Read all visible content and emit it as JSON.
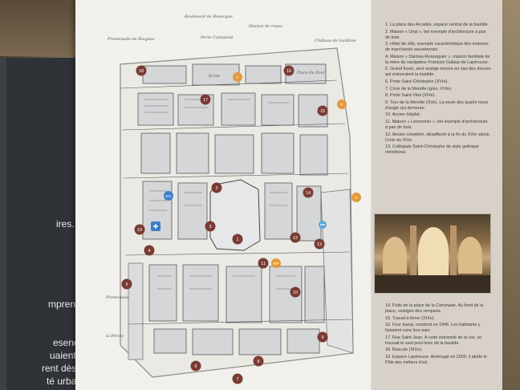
{
  "left_panel": {
    "lines_top": [
      "ires."
    ],
    "lines_bottom": [
      "mprend",
      "",
      "esence",
      "uaient",
      "rent dès le",
      "té urbaine"
    ]
  },
  "legend": {
    "items_top": [
      "1. La place des Arcades, espace central de la bastide.",
      "2. Maison « Unal », bel exemple d'architecture à pan de bois.",
      "3. Hôtel de ville, exemple caractéristique des maisons de marchands sauveterrats.",
      "4. Maison « Dalmas-Resseguier », maison familiale de la mère du navigateur François Galaup de Lapérouse.",
      "5. Grand fossé, seul vestige encore en eau des douves qui entouraient la bastide.",
      "6. Porte Saint-Christophe (XVIe).",
      "7. Croix de la Merette (grès, XVIe).",
      "8. Porte Saint-Vital (XIVe).",
      "9. Tour de la Merette (XVe). La seule des quatre tours d'angle qui demeure.",
      "10. Ancien hôpital.",
      "11. Maison « Lemonnier », bel exemple d'architecture à pan de bois.",
      "12. Ancien cimetière, désaffecté à la fin du XIXe siècle. Croix du XIVe.",
      "13. Collégiale Saint-Christophe de style gothique méridional."
    ],
    "items_bottom": [
      "14. Puits de la place de la Caminade. Au fond de la place, vestiges des remparts.",
      "15. Travail à ferrer (XIXe).",
      "16. Four banal, construit en 1846. Les habitants y faisaient cuire leur pain.",
      "17. Rue Saint-Jean. A cette extrémité de la rue, se trouvait le seul pont-levis de la bastide.",
      "18. Bascule (XIXe).",
      "19. Espace Lapérouse. Aménagé en 2009, il abrite le Pôle des métiers d'art."
    ]
  },
  "map": {
    "labels": [
      {
        "id": "lbl-promenade",
        "text": "Promenade de Riugnac"
      },
      {
        "id": "lbl-boulevard",
        "text": "Boulevard de Rouergue"
      },
      {
        "id": "lbl-porte",
        "text": "Porte Campanal"
      },
      {
        "id": "lbl-maison",
        "text": "Maison de repos"
      },
      {
        "id": "lbl-chateau",
        "text": "Château de Gaïdinie"
      },
      {
        "id": "lbl-ecole",
        "text": "Ecole"
      },
      {
        "id": "lbl-place",
        "text": "Place du Four"
      },
      {
        "id": "lbl-promenade2",
        "text": "Promenade"
      },
      {
        "id": "lbl-perole",
        "text": "la Pérole"
      }
    ],
    "markers": [
      {
        "n": "1"
      },
      {
        "n": "2"
      },
      {
        "n": "3"
      },
      {
        "n": "4"
      },
      {
        "n": "5"
      },
      {
        "n": "6"
      },
      {
        "n": "7"
      },
      {
        "n": "8"
      },
      {
        "n": "9"
      },
      {
        "n": "10"
      },
      {
        "n": "11"
      },
      {
        "n": "12"
      },
      {
        "n": "13"
      },
      {
        "n": "14"
      },
      {
        "n": "15"
      },
      {
        "n": "16"
      },
      {
        "n": "17"
      },
      {
        "n": "18"
      },
      {
        "n": "19"
      }
    ],
    "icons": [
      {
        "id": "P1",
        "text": "P"
      },
      {
        "id": "P2",
        "text": "P"
      },
      {
        "id": "P3",
        "text": "P"
      },
      {
        "id": "MP",
        "text": "MP"
      },
      {
        "id": "WC",
        "text": "WC"
      }
    ],
    "colors": {
      "marker": "#7a3b34",
      "icon": "#e49a3c",
      "info": "#3b7fc4"
    }
  }
}
